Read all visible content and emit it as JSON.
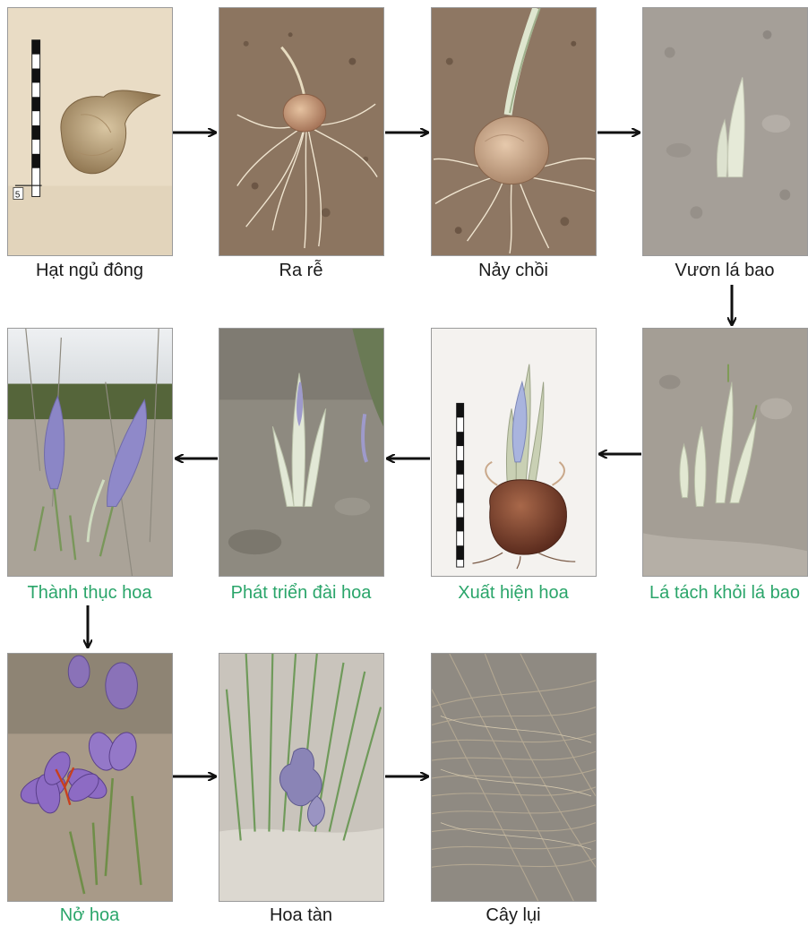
{
  "stages": [
    {
      "id": "dormant",
      "label": "Hạt ngủ đông"
    },
    {
      "id": "rooting",
      "label": "Ra rễ"
    },
    {
      "id": "sprouting",
      "label": "Nảy chồi"
    },
    {
      "id": "sheath",
      "label": "Vươn lá bao"
    },
    {
      "id": "leaf-split",
      "label": "Lá tách khỏi lá bao"
    },
    {
      "id": "flower-appear",
      "label": "Xuất hiện hoa"
    },
    {
      "id": "calyx",
      "label": "Phát triển đài hoa"
    },
    {
      "id": "flower-mature",
      "label": "Thành thục hoa"
    },
    {
      "id": "bloom",
      "label": "Nở hoa"
    },
    {
      "id": "wilt",
      "label": "Hoa tàn"
    },
    {
      "id": "dieback",
      "label": "Cây lụi"
    }
  ],
  "scale_mark": "5",
  "colors": {
    "green_label": "#2aa56a",
    "dark_label": "#1a1a1a",
    "arrow": "#111111"
  }
}
